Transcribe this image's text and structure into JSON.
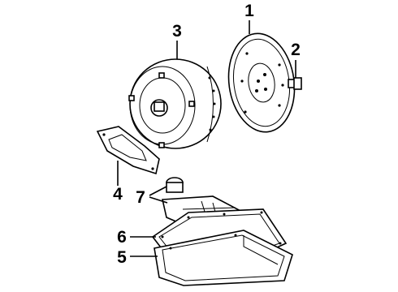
{
  "callouts": [
    {
      "id": "1",
      "label": "1",
      "part": "flywheel"
    },
    {
      "id": "2",
      "label": "2",
      "part": "flywheel-bolt"
    },
    {
      "id": "3",
      "label": "3",
      "part": "torque-converter"
    },
    {
      "id": "4",
      "label": "4",
      "part": "gasket"
    },
    {
      "id": "5",
      "label": "5",
      "part": "oil-pan"
    },
    {
      "id": "6",
      "label": "6",
      "part": "pan-gasket"
    },
    {
      "id": "7",
      "label": "7",
      "part": "filter"
    }
  ]
}
